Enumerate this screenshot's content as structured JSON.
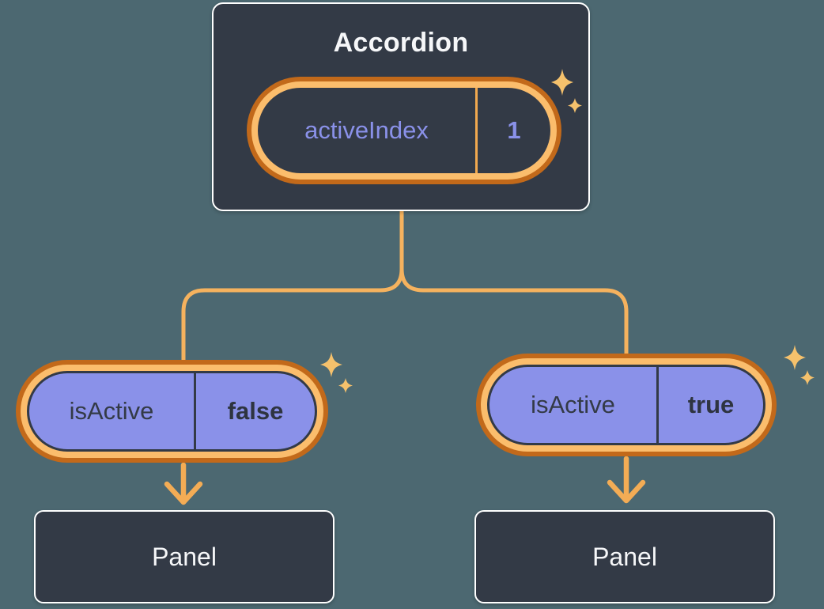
{
  "diagram": {
    "root": {
      "title": "Accordion",
      "state": {
        "name": "activeIndex",
        "value": "1"
      },
      "decoration": "sparkles-icon"
    },
    "children": [
      {
        "prop_name": "isActive",
        "prop_value": "false",
        "panel_label": "Panel",
        "decoration": "sparkles-icon"
      },
      {
        "prop_name": "isActive",
        "prop_value": "true",
        "panel_label": "Panel",
        "decoration": "sparkles-icon"
      }
    ]
  },
  "colors": {
    "background": "#4C6871",
    "node_fill": "#333A46",
    "node_border": "#FFFFFF",
    "node_text": "#F6F7F9",
    "purple": "#8A91E9",
    "pill_dark_text": "#333A46",
    "highlight_ring_outer": "#C2691A",
    "highlight_ring_inner": "#FBBD6C",
    "connector": "#F5B25E",
    "sparkle": "#F5C16C"
  }
}
